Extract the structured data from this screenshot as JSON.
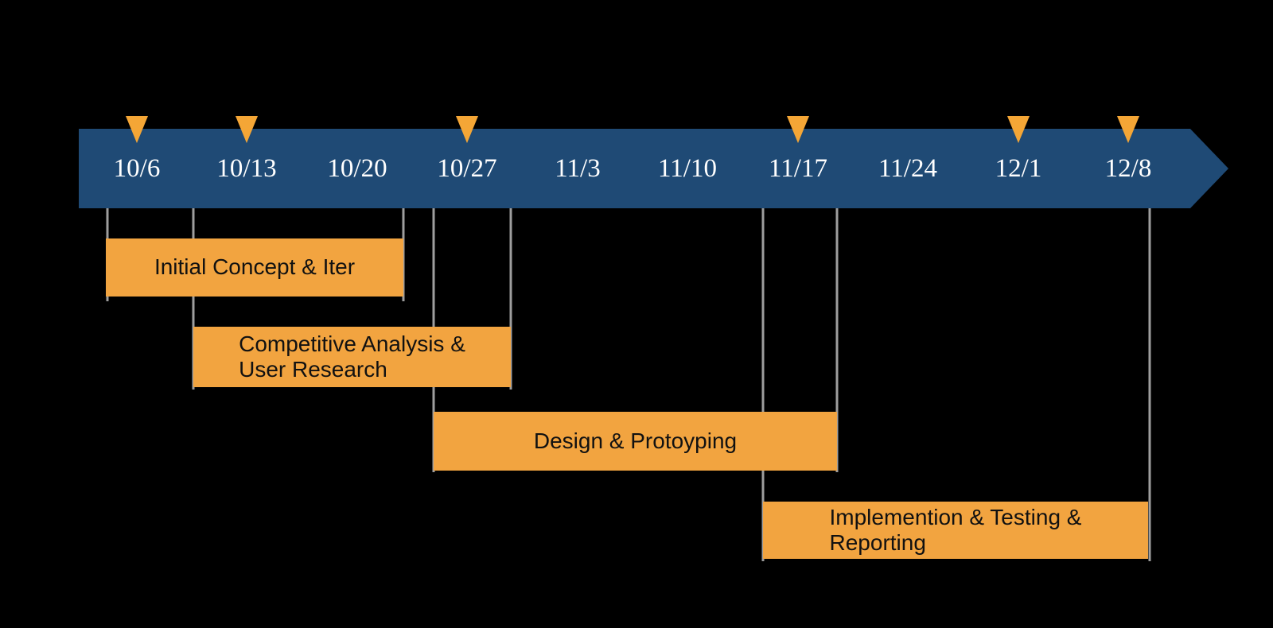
{
  "colors": {
    "background": "#000000",
    "banner-blue": "#1F4A75",
    "bar-orange": "#F2A440",
    "marker-orange": "#F4A636",
    "connector-gray": "#9E9E9E",
    "date-text": "#FFFFFF",
    "bar-text": "#111111"
  },
  "timeline": {
    "dates": [
      "10/6",
      "10/13",
      "10/20",
      "10/27",
      "11/3",
      "11/10",
      "11/17",
      "11/24",
      "12/1",
      "12/8"
    ],
    "milestone_dates": [
      "10/6",
      "10/13",
      "10/27",
      "11/17",
      "12/1",
      "12/8"
    ]
  },
  "tasks": [
    {
      "name": "Initial Concept & Iter",
      "lines": [
        "Initial Concept & Iter"
      ],
      "start": "10/6",
      "end": "10/20"
    },
    {
      "name": "Competitive Analysis & User Research",
      "lines": [
        "Competitive Analysis &",
        "User Research"
      ],
      "start": "10/13",
      "end": "10/27"
    },
    {
      "name": "Design & Protoyping",
      "lines": [
        "Design & Protoyping"
      ],
      "start": "10/27",
      "end": "11/17"
    },
    {
      "name": "Implemention & Testing & Reporting",
      "lines": [
        "Implemention & Testing &",
        "Reporting"
      ],
      "start": "11/17",
      "end": "12/8"
    }
  ]
}
